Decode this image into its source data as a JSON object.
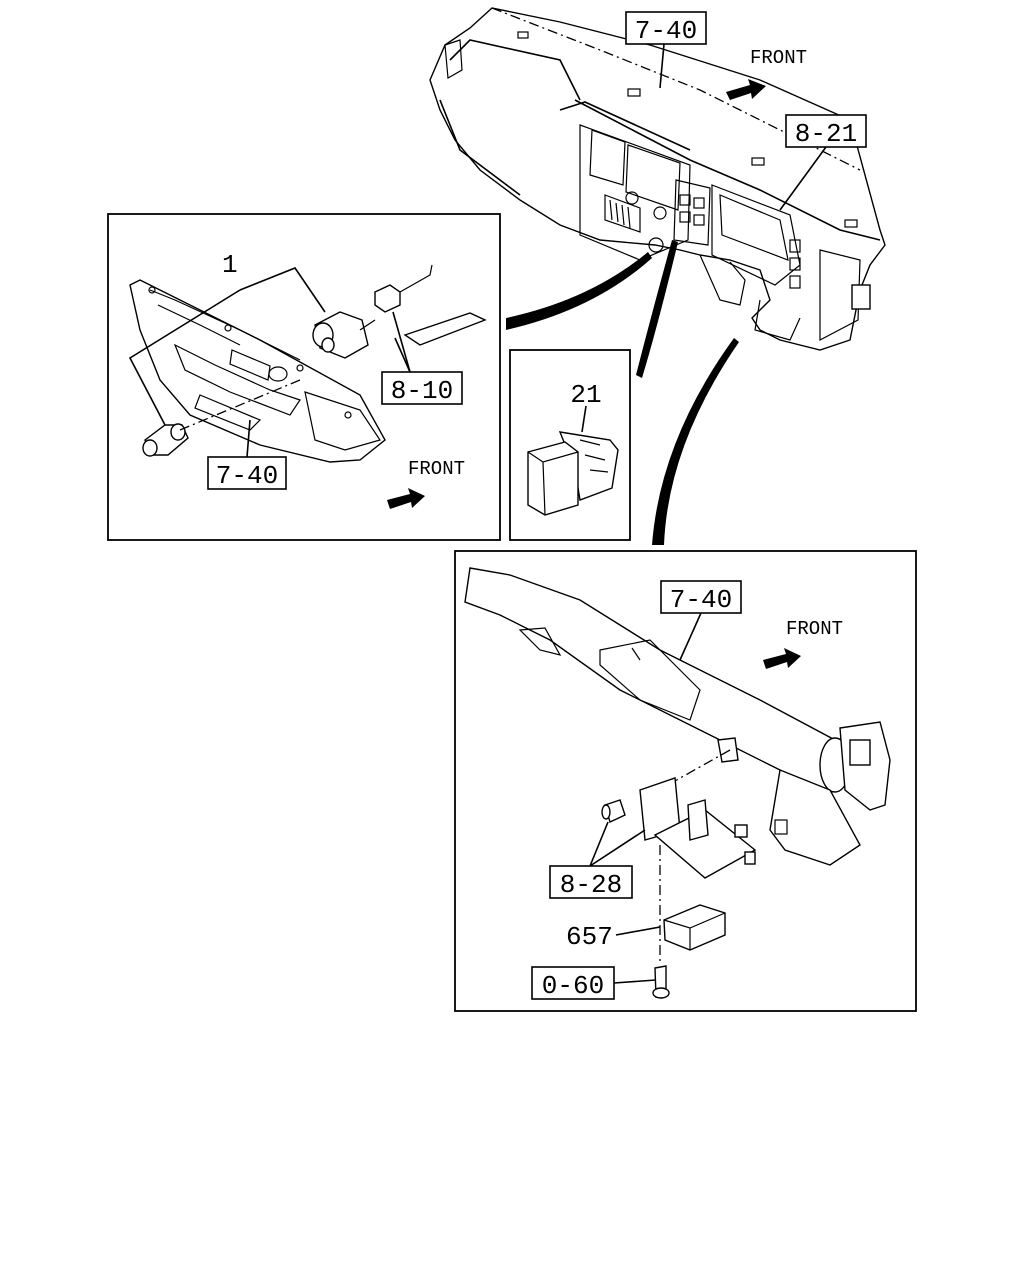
{
  "labels": {
    "front_text": "FRONT",
    "ref_7_40": "7-40",
    "ref_8_21": "8-21",
    "ref_8_10": "8-10",
    "ref_8_28": "8-28",
    "ref_0_60": "0-60",
    "part_1": "1",
    "part_21": "21",
    "part_657": "657"
  }
}
